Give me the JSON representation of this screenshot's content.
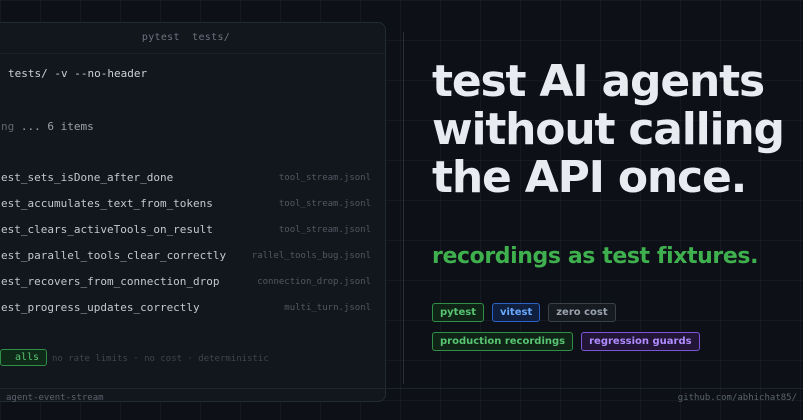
{
  "terminal": {
    "title": [
      "pytest",
      "tests/"
    ],
    "command": "tests/ -v --no-header",
    "collecting": "ng",
    "collected": "... 6 items",
    "tests": [
      {
        "name": "est_sets_isDone_after_done",
        "file": "tool_stream.jsonl"
      },
      {
        "name": "est_accumulates_text_from_tokens",
        "file": "tool_stream.jsonl"
      },
      {
        "name": "est_clears_activeTools_on_result",
        "file": "tool_stream.jsonl"
      },
      {
        "name": "est_parallel_tools_clear_correctly",
        "file": "rallel_tools_bug.jsonl"
      },
      {
        "name": "est_recovers_from_connection_drop",
        "file": "connection_drop.jsonl"
      },
      {
        "name": "est_progress_updates_correctly",
        "file": "multi_turn.jsonl"
      }
    ],
    "footer_badge": "alls",
    "footer_note": "no rate limits · no cost · deterministic"
  },
  "bottom": {
    "left": "agent-event-stream",
    "right": "github.com/abhichat85/"
  },
  "hero": {
    "lines": [
      "test AI agents",
      "without calling",
      "the API once."
    ],
    "subtitle": "recordings as test fixtures."
  },
  "tags": [
    [
      {
        "label": "pytest",
        "color": "green"
      },
      {
        "label": "vitest",
        "color": "blue"
      },
      {
        "label": "zero cost",
        "color": "gray"
      }
    ],
    [
      {
        "label": "production recordings",
        "color": "green"
      },
      {
        "label": "regression guards",
        "color": "purple"
      }
    ]
  ],
  "colors": {
    "background": "#0d1117",
    "accent_green": "#3fb04e",
    "headline": "#e8ebf0"
  }
}
